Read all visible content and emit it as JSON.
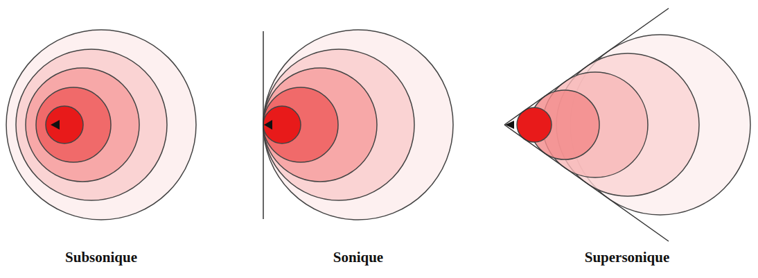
{
  "diagram": {
    "labels": [
      "Subsonique",
      "Sonique",
      "Supersonique"
    ]
  }
}
